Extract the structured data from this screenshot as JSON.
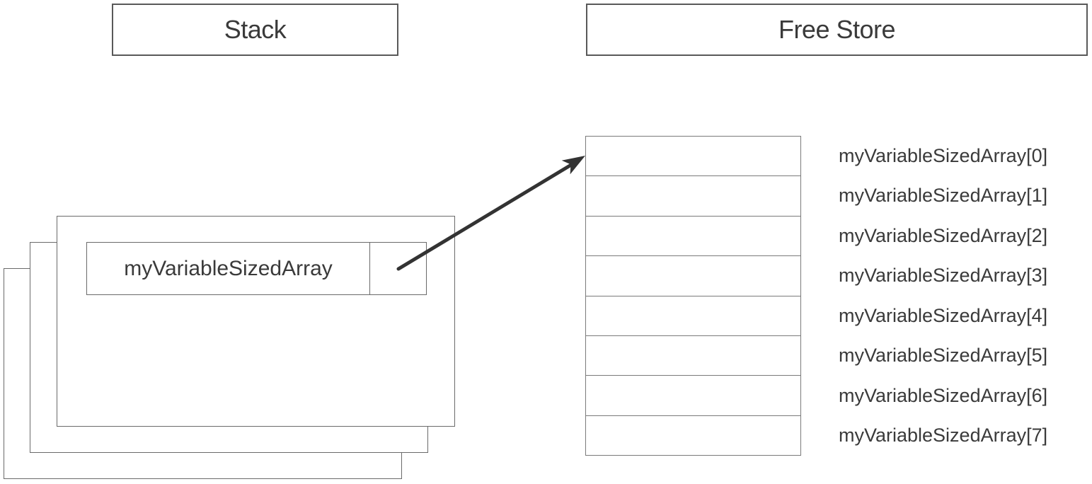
{
  "titles": {
    "stack": "Stack",
    "free_store": "Free Store"
  },
  "stack_frame": {
    "variable_name": "myVariableSizedArray",
    "frames_visible": 3,
    "pointer_cell": ""
  },
  "free_store": {
    "cell_count": 8,
    "labels": [
      "myVariableSizedArray[0]",
      "myVariableSizedArray[1]",
      "myVariableSizedArray[2]",
      "myVariableSizedArray[3]",
      "myVariableSizedArray[4]",
      "myVariableSizedArray[5]",
      "myVariableSizedArray[6]",
      "myVariableSizedArray[7]"
    ]
  },
  "colors": {
    "title_box_border": "#595959",
    "frame_border": "#6a6a6a",
    "cell_border": "#7a7a7a",
    "text": "#3a3a3a",
    "arrow": "#333333",
    "background": "#ffffff"
  }
}
